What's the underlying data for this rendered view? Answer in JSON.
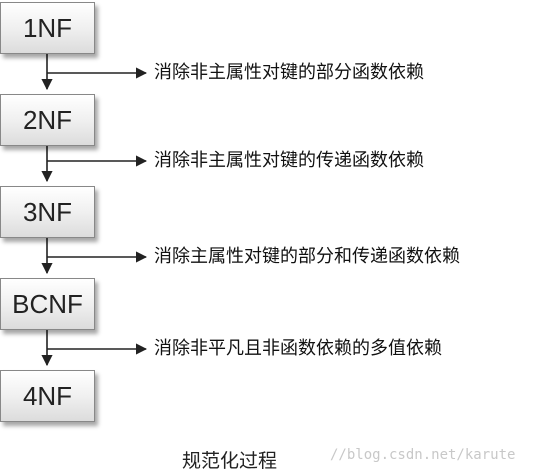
{
  "diagram": {
    "boxes": [
      {
        "label": "1NF"
      },
      {
        "label": "2NF"
      },
      {
        "label": "3NF"
      },
      {
        "label": "BCNF"
      },
      {
        "label": "4NF"
      }
    ],
    "steps": [
      {
        "text": "消除非主属性对键的部分函数依赖"
      },
      {
        "text": "消除非主属性对键的传递函数依赖"
      },
      {
        "text": "消除主属性对键的部分和传递函数依赖"
      },
      {
        "text": "消除非平凡且非函数依赖的多值依赖"
      }
    ],
    "caption": "规范化过程",
    "watermark": "//blog.csdn.net/karute"
  }
}
